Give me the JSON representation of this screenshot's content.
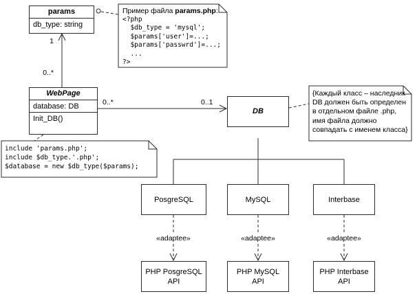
{
  "diagram": {
    "classes": {
      "params": {
        "name": "params",
        "attribute": "db_type: string"
      },
      "webpage": {
        "name": "WebPage",
        "attribute": "database: DB",
        "operation": "Init_DB()"
      },
      "db": {
        "name": "DB"
      },
      "posgresql": {
        "name": "PosgreSQL"
      },
      "mysql": {
        "name": "MySQL"
      },
      "interbase": {
        "name": "Interbase"
      },
      "php_posgresql_api": {
        "lines": [
          "PHP PosgreSQL",
          "API"
        ]
      },
      "php_mysql_api": {
        "lines": [
          "PHP MySQL",
          "API"
        ]
      },
      "php_interbase_api": {
        "lines": [
          "PHP Interbase",
          "API"
        ]
      }
    },
    "notes": {
      "params_example": {
        "title_prefix": "Пример файла ",
        "title_file": "params.php",
        "title_suffix": ":",
        "code": [
          "<?php",
          "  $db_type = 'mysql';",
          "  $params['user']=...;",
          "  $params['passwrd']=...;",
          "  ...",
          "?>"
        ]
      },
      "db_rule": {
        "text": "{Каждый класс – наследник DB должен быть определен в отдельном файле .php, имя файла должно совпадать с именем класса}"
      },
      "webpage_code": {
        "lines": [
          "include 'params.php';",
          "include $db_type.'.php';",
          "$database = new $db_type($params);"
        ]
      }
    },
    "multiplicities": {
      "params_end": "1",
      "webpage_end_vertical": "0..*",
      "webpage_end_horizontal": "0..*",
      "db_end": "0..1"
    },
    "stereotypes": {
      "adaptee1": "«adaptee»",
      "adaptee2": "«adaptee»",
      "adaptee3": "«adaptee»"
    }
  }
}
